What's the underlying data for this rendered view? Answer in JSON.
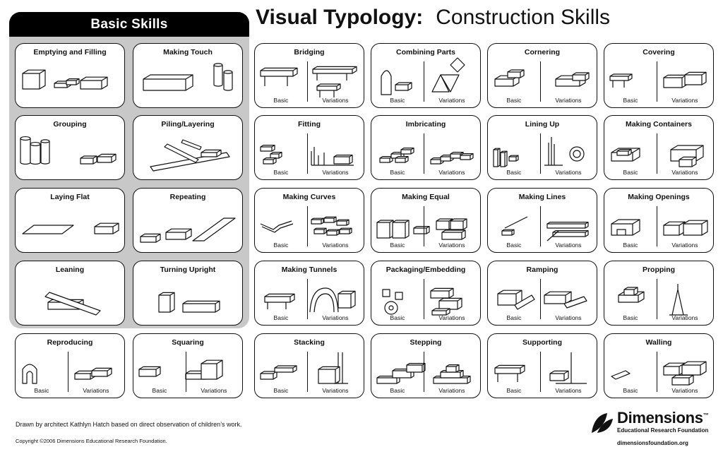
{
  "header": {
    "title_bold": "Visual Typology:",
    "title_rest": "Construction Skills",
    "basic_skills_label": "Basic Skills"
  },
  "labels": {
    "basic": "Basic",
    "variations": "Variations"
  },
  "basic_skills": [
    {
      "title": "Emptying and Filling",
      "icon": "emptying-filling"
    },
    {
      "title": "Making Touch",
      "icon": "making-touch"
    },
    {
      "title": "Grouping",
      "icon": "grouping"
    },
    {
      "title": "Piling/Layering",
      "icon": "piling-layering"
    },
    {
      "title": "Laying Flat",
      "icon": "laying-flat"
    },
    {
      "title": "Repeating",
      "icon": "repeating"
    },
    {
      "title": "Leaning",
      "icon": "leaning"
    },
    {
      "title": "Turning Upright",
      "icon": "turning-upright"
    }
  ],
  "skills": [
    {
      "title": "Bridging",
      "icon": "bridging"
    },
    {
      "title": "Combining Parts",
      "icon": "combining-parts"
    },
    {
      "title": "Cornering",
      "icon": "cornering"
    },
    {
      "title": "Covering",
      "icon": "covering"
    },
    {
      "title": "Fitting",
      "icon": "fitting"
    },
    {
      "title": "Imbricating",
      "icon": "imbricating"
    },
    {
      "title": "Lining Up",
      "icon": "lining-up"
    },
    {
      "title": "Making Containers",
      "icon": "making-containers"
    },
    {
      "title": "Making Curves",
      "icon": "making-curves"
    },
    {
      "title": "Making Equal",
      "icon": "making-equal"
    },
    {
      "title": "Making Lines",
      "icon": "making-lines"
    },
    {
      "title": "Making Openings",
      "icon": "making-openings"
    },
    {
      "title": "Making Tunnels",
      "icon": "making-tunnels"
    },
    {
      "title": "Packaging/Embedding",
      "icon": "packaging-embedding"
    },
    {
      "title": "Ramping",
      "icon": "ramping"
    },
    {
      "title": "Propping",
      "icon": "propping"
    },
    {
      "title": "Reproducing",
      "icon": "reproducing"
    },
    {
      "title": "Squaring",
      "icon": "squaring"
    },
    {
      "title": "Stacking",
      "icon": "stacking"
    },
    {
      "title": "Stepping",
      "icon": "stepping"
    },
    {
      "title": "Supporting",
      "icon": "supporting"
    },
    {
      "title": "Walling",
      "icon": "walling"
    }
  ],
  "footer": {
    "credit": "Drawn by architect Kathlyn Hatch based on direct observation of children’s work.",
    "copyright": "Copyright ©2006 Dimensions Educational Research Foundation."
  },
  "logo": {
    "name": "Dimensions",
    "tm": "™",
    "subtitle": "Educational Research Foundation",
    "url": "dimensionsfoundation.org"
  }
}
